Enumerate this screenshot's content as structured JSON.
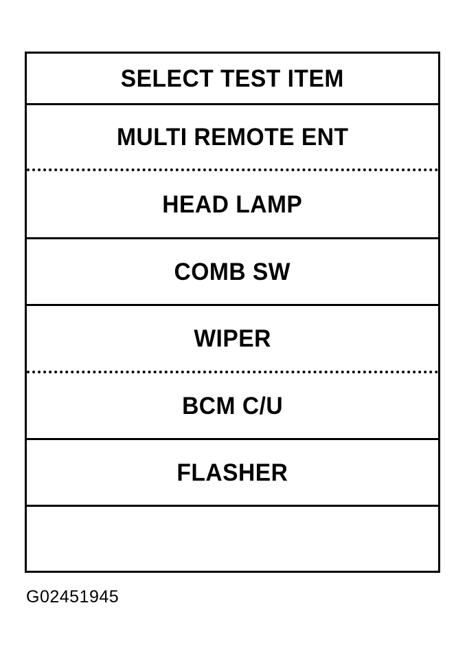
{
  "figure": {
    "caption": "G02451945"
  },
  "menu": {
    "header": {
      "label": "SELECT TEST ITEM"
    },
    "items": [
      {
        "label": "MULTI REMOTE ENT",
        "separator": "dotted"
      },
      {
        "label": "HEAD LAMP",
        "separator": "solid"
      },
      {
        "label": "COMB SW",
        "separator": "solid"
      },
      {
        "label": "WIPER",
        "separator": "dotted"
      },
      {
        "label": "BCM C/U",
        "separator": "solid"
      },
      {
        "label": "FLASHER",
        "separator": "solid"
      },
      {
        "label": "",
        "separator": "none"
      }
    ]
  },
  "colors": {
    "ink": "#000000",
    "paper": "#ffffff"
  }
}
